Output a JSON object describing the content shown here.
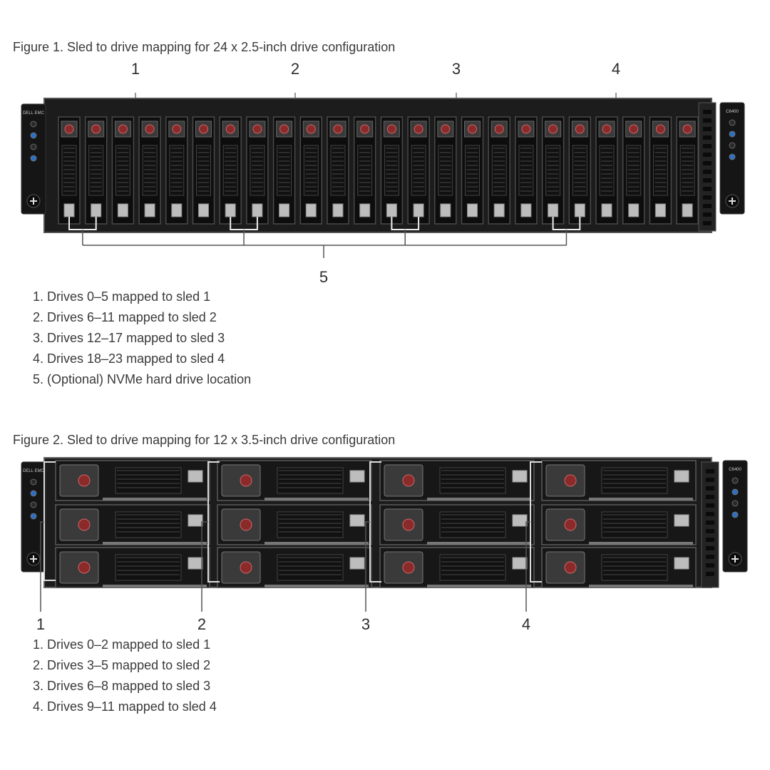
{
  "figure1": {
    "caption": "Figure 1. Sled to drive mapping for 24 x 2.5-inch drive configuration",
    "callouts": [
      "1",
      "2",
      "3",
      "4",
      "5"
    ],
    "legend": [
      "1. Drives 0–5 mapped to sled 1",
      "2. Drives 6–11 mapped to sled 2",
      "3. Drives 12–17 mapped to sled 3",
      "4. Drives 18–23 mapped to sled 4",
      "5. (Optional) NVMe hard drive location"
    ],
    "drive_count": 24
  },
  "figure2": {
    "caption": "Figure 2. Sled to drive mapping for 12 x 3.5-inch drive configuration",
    "callouts": [
      "1",
      "2",
      "3",
      "4"
    ],
    "legend": [
      "1. Drives 0–2 mapped to sled 1",
      "2. Drives 3–5 mapped to sled 2",
      "3. Drives 6–8 mapped to sled 3",
      "4. Drives 9–11 mapped to sled 4"
    ],
    "drive_count": 12
  },
  "chassis": {
    "logo_text": "DELL EMC",
    "model_text": "C6400"
  },
  "colors": {
    "chassis": "#1c1c1c",
    "bay": "#0d0d0d",
    "latch": "#3a3a3a",
    "release_button": "#8a2a2a",
    "label_tab": "#bdbdbd",
    "leader_line": "#555555",
    "led_blue": "#2f6fbf"
  }
}
